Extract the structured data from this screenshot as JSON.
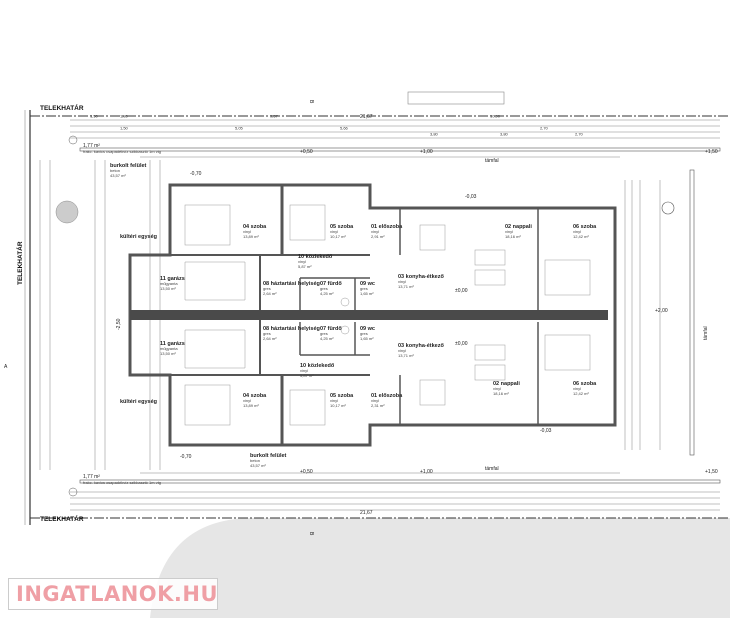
{
  "labels": {
    "boundary_top": "TELEKHATÁR",
    "boundary_bottom": "TELEKHATÁR",
    "boundary_left": "TELEKHATÁR",
    "retaining_wall": "támfal",
    "section_mark": "B",
    "axis_a": "A",
    "gravel_top": "1,77 m²",
    "gravel_desc": "frakc. kavics csapadékvíz szikkasztó 1m vtg",
    "paving": "burkolt felület",
    "paving_material": "beton",
    "paving_area": "43,57 m²",
    "outdoor_unit": "kültéri egység",
    "overall_width": "21,67",
    "level_plus050": "+0,50",
    "level_plus100": "+1,00",
    "level_plus150": "+1,50",
    "level_minus003": "-0,03",
    "level_zero": "±0,00",
    "level_minus070": "-0,70",
    "level_minus250": "-2,50",
    "level_plus200": "+2,00"
  },
  "rooms_top": [
    {
      "name": "04 szoba",
      "floor": "vinyl",
      "area": "13,89 m²"
    },
    {
      "name": "05 szoba",
      "floor": "vinyl",
      "area": "10,17 m²"
    },
    {
      "name": "01 előszoba",
      "floor": "vinyl",
      "area": "2,91 m²"
    },
    {
      "name": "02 nappali",
      "floor": "vinyl",
      "area": "18,16 m²"
    },
    {
      "name": "06 szoba",
      "floor": "vinyl",
      "area": "12,42 m²"
    },
    {
      "name": "10 közlekedő",
      "floor": "vinyl",
      "area": "5,87 m²"
    },
    {
      "name": "08 háztartási helyiség",
      "floor": "gres",
      "area": "2,64 m²"
    },
    {
      "name": "07 fürdő",
      "floor": "gres",
      "area": "4,25 m²"
    },
    {
      "name": "09 wc",
      "floor": "gres",
      "area": "1,65 m²"
    },
    {
      "name": "03 konyha-étkező",
      "floor": "vinyl",
      "area": "13,71 m²"
    },
    {
      "name": "11 garázs",
      "floor": "műgyanta",
      "area": "13,50 m²"
    }
  ],
  "rooms_bottom": [
    {
      "name": "11 garázs",
      "floor": "műgyanta",
      "area": "13,50 m²"
    },
    {
      "name": "08 háztartási helyiség",
      "floor": "gres",
      "area": "2,64 m²"
    },
    {
      "name": "07 fürdő",
      "floor": "gres",
      "area": "4,25 m²"
    },
    {
      "name": "09 wc",
      "floor": "gres",
      "area": "1,65 m²"
    },
    {
      "name": "03 konyha-étkező",
      "floor": "vinyl",
      "area": "13,71 m²"
    },
    {
      "name": "10 közlekedő",
      "floor": "vinyl",
      "area": "5,87 m²"
    },
    {
      "name": "04 szoba",
      "floor": "vinyl",
      "area": "13,89 m²"
    },
    {
      "name": "05 szoba",
      "floor": "vinyl",
      "area": "10,17 m²"
    },
    {
      "name": "01 előszoba",
      "floor": "vinyl",
      "area": "2,31 m²"
    },
    {
      "name": "02 nappali",
      "floor": "vinyl",
      "area": "18,16 m²"
    },
    {
      "name": "06 szoba",
      "floor": "vinyl",
      "area": "12,42 m²"
    }
  ],
  "dims_top": [
    "1,50",
    "1,80",
    "9,57",
    "10,90",
    "5,05",
    "5,66",
    "1,50",
    "2,70",
    "3,80",
    "3,80",
    "2,70"
  ],
  "watermark": {
    "text": "INGATLANOK.HU",
    "color": "#ef9fa5"
  },
  "colors": {
    "wall": "#555555",
    "divider": "#4a4a4a",
    "road": "#e6e6e6"
  }
}
